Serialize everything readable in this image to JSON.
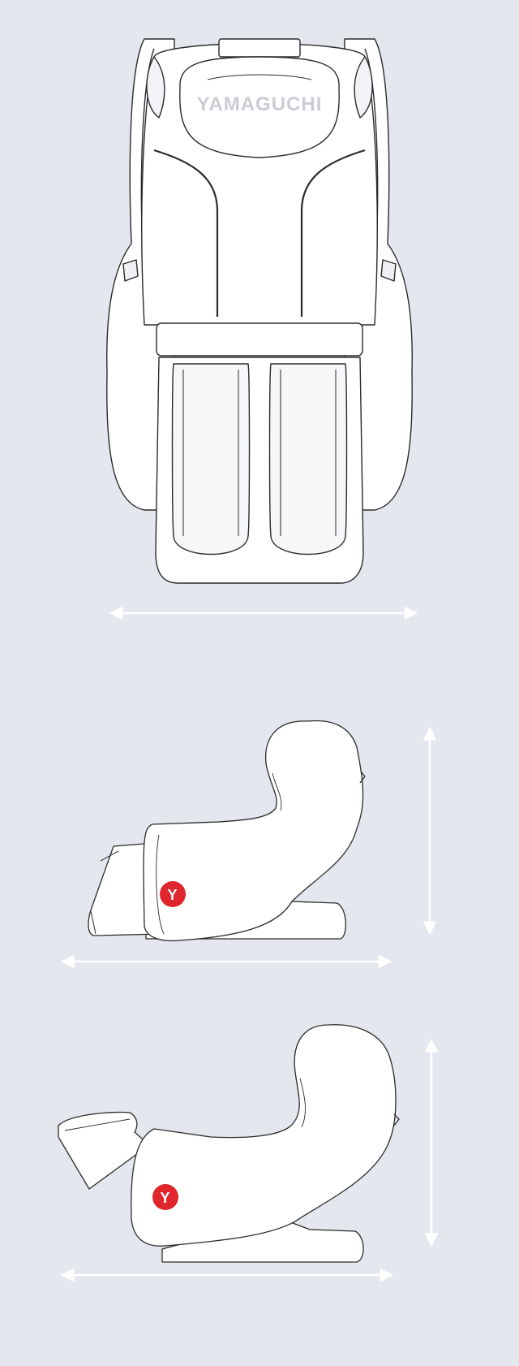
{
  "brand": {
    "wordmark": "YAMAGUCHI",
    "wordmark_color": "#c9ccd4",
    "badge_letter": "Y",
    "badge_color": "#e0262d"
  },
  "colors": {
    "background": "#e4e7ee",
    "body": "#ffffff",
    "outline": "#2b2b2b",
    "arrow": "#ffffff"
  },
  "views": [
    {
      "name": "front",
      "dimension_arrows": [
        "width"
      ]
    },
    {
      "name": "side-upright",
      "dimension_arrows": [
        "depth",
        "height"
      ]
    },
    {
      "name": "side-reclined",
      "dimension_arrows": [
        "depth",
        "height"
      ]
    }
  ]
}
